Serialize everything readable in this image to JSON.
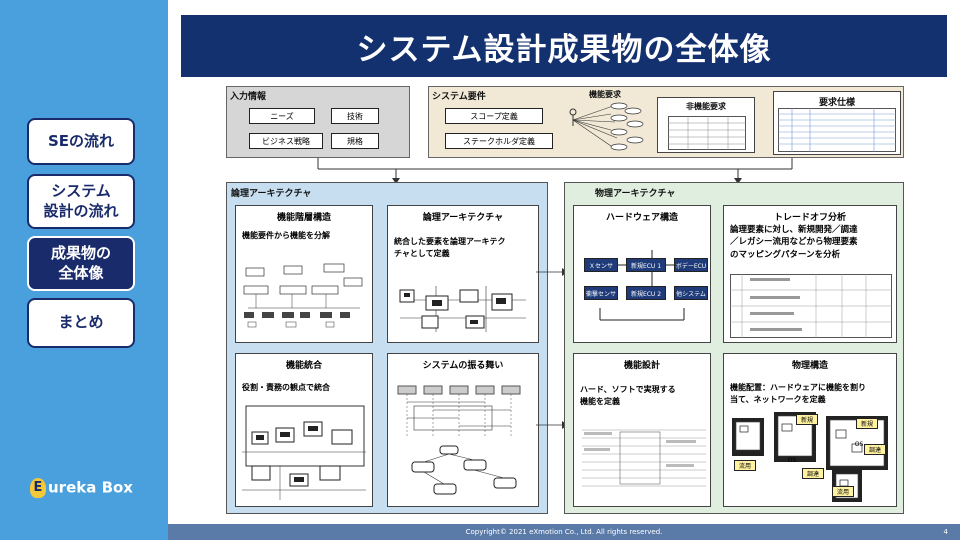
{
  "title": "システム設計成果物の全体像",
  "nav": [
    {
      "label": "SEの流れ"
    },
    {
      "label": "システム\n設計の流れ"
    },
    {
      "label": "成果物の\n全体像"
    },
    {
      "label": "まとめ"
    }
  ],
  "logo": {
    "letter": "E",
    "text": "ureka Box"
  },
  "input_info": {
    "title": "入力情報",
    "items": [
      "ニーズ",
      "技術",
      "ビジネス戦略",
      "規格"
    ]
  },
  "system_req": {
    "title": "システム要件",
    "items": [
      "スコープ定義",
      "ステークホルダ定義"
    ],
    "func_req": "機能要求",
    "nonfunc_req": "非機能要求",
    "req_spec": "要求仕様"
  },
  "logical": {
    "title": "論理アーキテクチャ",
    "panels": [
      {
        "title": "機能階層構造",
        "text": "機能要件から機能を分解"
      },
      {
        "title": "論理アーキテクチャ",
        "text": "統合した要素を論理アーキテク\nチャとして定義"
      },
      {
        "title": "機能統合",
        "text": "役割・責務の観点で統合"
      },
      {
        "title": "システムの振る舞い",
        "text": ""
      }
    ]
  },
  "physical": {
    "title": "物理アーキテクチャ",
    "panels": [
      {
        "title": "ハードウェア構造",
        "text": ""
      },
      {
        "title": "トレードオフ分析",
        "text": "論理要素に対し、新規開発／調達\n／レガシー流用などから物理要素\nのマッピングパターンを分析"
      },
      {
        "title": "機能設計",
        "text": "ハード、ソフトで実現する\n機能を定義"
      },
      {
        "title": "物理構造",
        "text": "機能配置：ハードウェアに機能を割り\n当て、ネットワークを定義"
      }
    ],
    "hw_labels": [
      "Ｘセンサ",
      "新規ECU 1",
      "ボデーECU",
      "衝撃センサ",
      "新規ECU 2",
      "他システム"
    ],
    "phys_labels": [
      "新規",
      "新規",
      "調達",
      "流用",
      "調達",
      "流用",
      "OS",
      "OS"
    ]
  },
  "footer": {
    "copyright": "Copyright© 2021 eXmotion Co., Ltd. All rights reserved.",
    "page": "4"
  }
}
